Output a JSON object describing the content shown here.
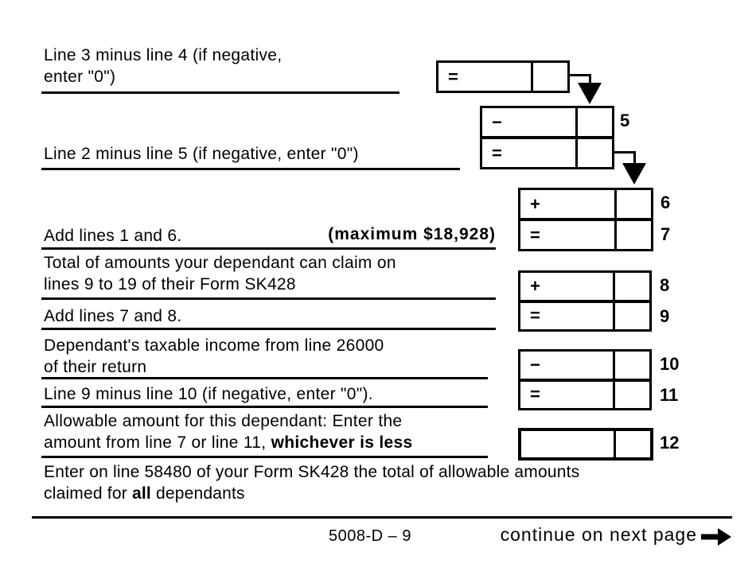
{
  "colors": {
    "ink": "#000000",
    "paper": "#ffffff"
  },
  "rows": {
    "row1": {
      "line1": "Line 3 minus line 4 (if negative,",
      "line2": "enter \"0\")"
    },
    "row2": {
      "line1": "Line 2 minus line 5 (if negative, enter \"0\")"
    },
    "row3": {
      "line1": "Add lines 1 and 6.",
      "max_note": "(maximum $18,928)"
    },
    "row4": {
      "line1": "Total of amounts your dependant can claim on",
      "line2": "lines 9 to 19 of their Form SK428"
    },
    "row5": {
      "line1": "Add lines 7 and 8."
    },
    "row6": {
      "line1": "Dependant's taxable income from line 26000",
      "line2": "of their return"
    },
    "row7": {
      "line1": "Line 9 minus line 10 (if negative, enter \"0\")."
    },
    "row8": {
      "line1": "Allowable amount for this dependant: Enter the",
      "line2_pre": "amount from line 7 or line 11, ",
      "line2_bold": "whichever is less"
    },
    "row9": {
      "line1": "Enter on line 58480 of your Form SK428 the total of allowable amounts",
      "line2_pre": "claimed for ",
      "line2_bold": "all",
      "line2_post": " dependants"
    }
  },
  "calc_boxes": {
    "g1": {
      "rows": [
        {
          "operator": "="
        }
      ]
    },
    "g2": {
      "rows": [
        {
          "operator": "−",
          "line_no": "5"
        },
        {
          "operator": "="
        }
      ]
    },
    "g3": {
      "rows": [
        {
          "operator": "+",
          "line_no": "6"
        },
        {
          "operator": "=",
          "line_no": "7"
        }
      ]
    },
    "g4": {
      "rows": [
        {
          "operator": "+",
          "line_no": "8"
        },
        {
          "operator": "=",
          "line_no": "9"
        }
      ]
    },
    "g5": {
      "rows": [
        {
          "operator": "−",
          "line_no": "10"
        },
        {
          "operator": "=",
          "line_no": "11"
        }
      ]
    },
    "g6": {
      "rows": [
        {
          "line_no": "12"
        }
      ]
    }
  },
  "icons": {
    "flow_arrow_down": "▼",
    "continue_arrow_right": "➜"
  },
  "footer": {
    "form_number": "5008-D – 9",
    "continue_label": "continue on next page"
  }
}
